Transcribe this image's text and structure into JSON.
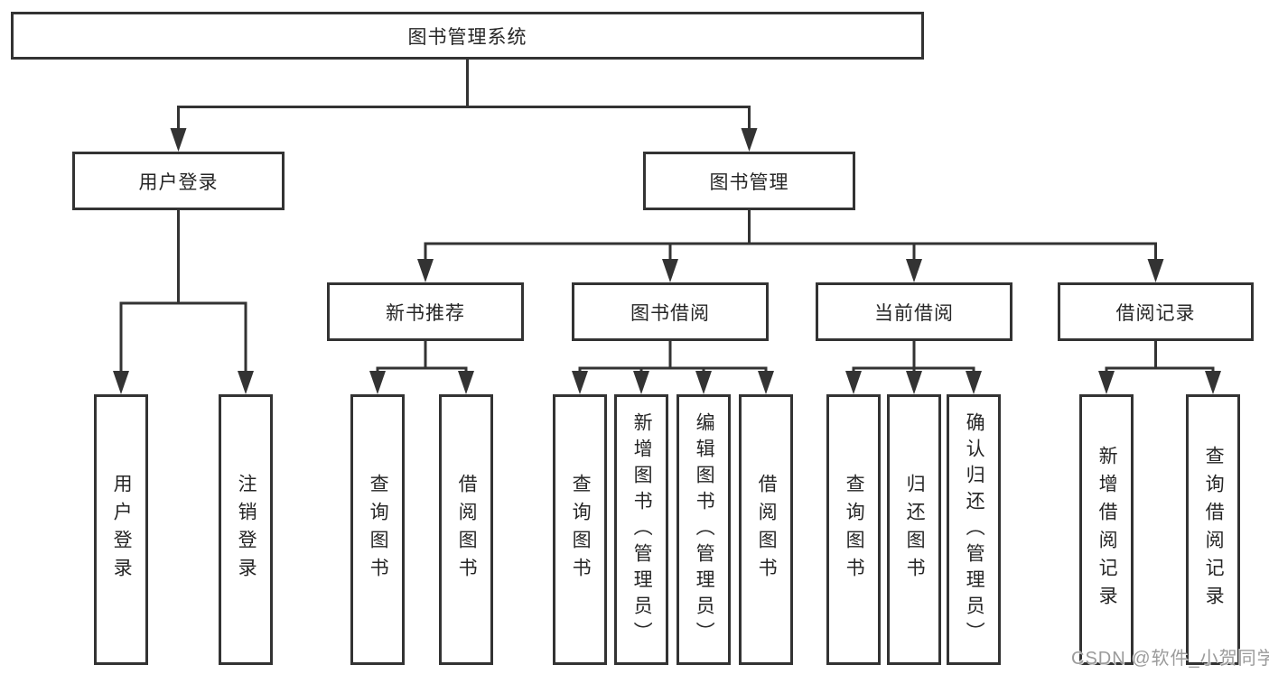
{
  "diagram": {
    "root": {
      "label": "图书管理系统"
    },
    "level2": [
      {
        "label": "用户登录"
      },
      {
        "label": "图书管理"
      }
    ],
    "level3": [
      {
        "label": "新书推荐"
      },
      {
        "label": "图书借阅"
      },
      {
        "label": "当前借阅"
      },
      {
        "label": "借阅记录"
      }
    ],
    "leaves": {
      "user_login": [
        {
          "label": "用户登录"
        },
        {
          "label": "注销登录"
        }
      ],
      "new_books": [
        {
          "label": "查询图书"
        },
        {
          "label": "借阅图书"
        }
      ],
      "book_borrow": [
        {
          "label": "查询图书"
        },
        {
          "label": "新增图书（管理员）"
        },
        {
          "label": "编辑图书（管理员）"
        },
        {
          "label": "借阅图书"
        }
      ],
      "current_borrow": [
        {
          "label": "查询图书"
        },
        {
          "label": "归还图书"
        },
        {
          "label": "确认归还（管理员）"
        }
      ],
      "borrow_records": [
        {
          "label": "新增借阅记录"
        },
        {
          "label": "查询借阅记录"
        }
      ]
    }
  },
  "watermark": {
    "text": "CSDN @软件_小贺同学"
  },
  "colors": {
    "line": "#333333",
    "text": "#262626",
    "watermark": "#9b9b9b",
    "canvas": "#ffffff"
  }
}
